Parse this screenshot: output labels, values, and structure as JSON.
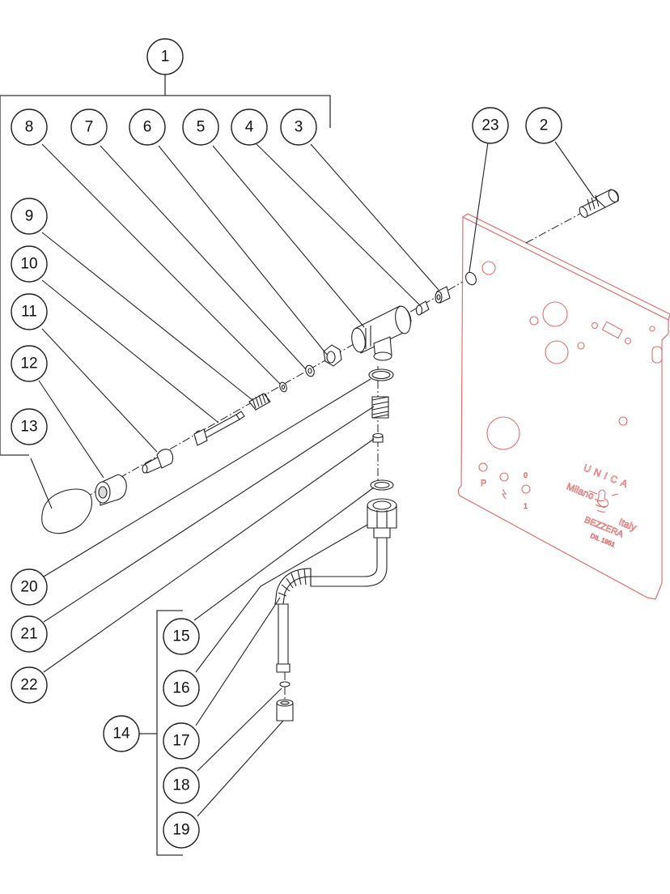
{
  "callouts": {
    "c1": "1",
    "c2": "2",
    "c3": "3",
    "c4": "4",
    "c5": "5",
    "c6": "6",
    "c7": "7",
    "c8": "8",
    "c9": "9",
    "c10": "10",
    "c11": "11",
    "c12": "12",
    "c13": "13",
    "c14": "14",
    "c15": "15",
    "c16": "16",
    "c17": "17",
    "c18": "18",
    "c19": "19",
    "c20": "20",
    "c21": "21",
    "c22": "22",
    "c23": "23"
  },
  "panel_marking": {
    "brand": "UNICA",
    "city": "Milano",
    "country": "Italy",
    "maker": "BEZZERA",
    "model_code": "DIL 1951",
    "switch_p": "P",
    "switch_0": "0",
    "switch_1": "1"
  }
}
